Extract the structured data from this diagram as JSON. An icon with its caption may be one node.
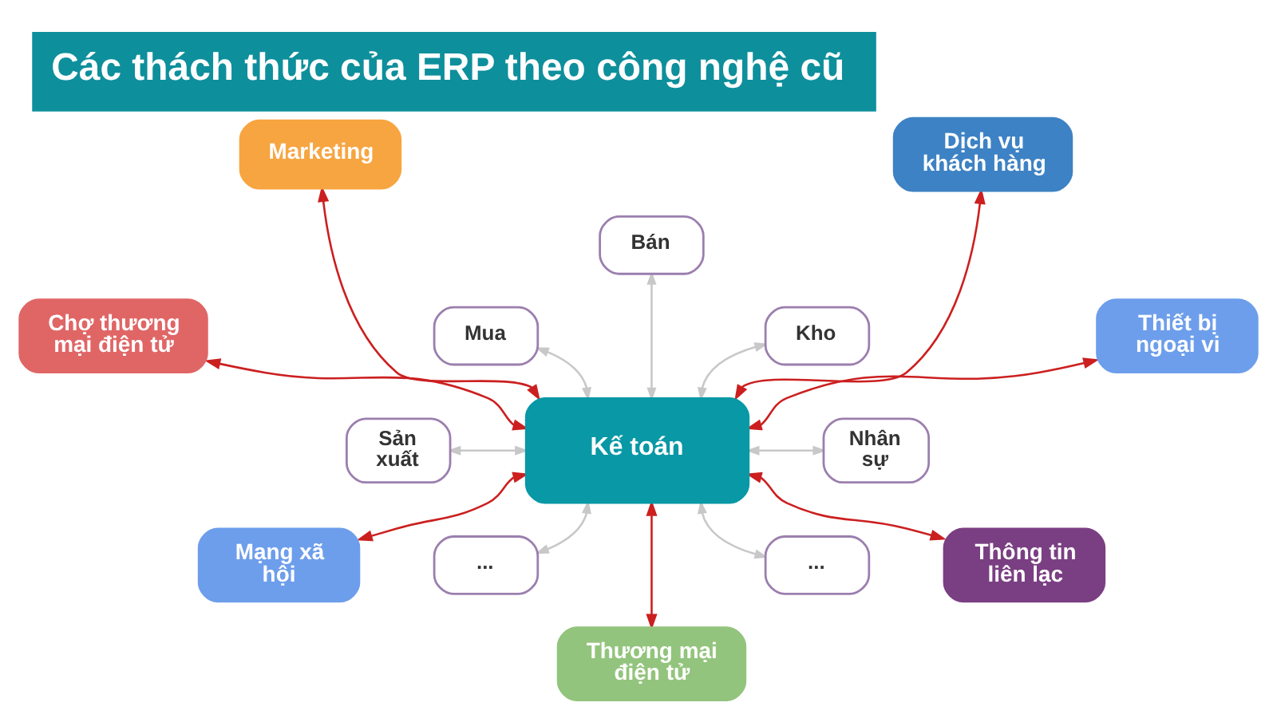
{
  "diagram": {
    "title": "Các thách thức của ERP theo công nghệ cũ",
    "nodes": [
      {
        "text": [
          "Marketing"
        ]
      },
      {
        "text": [
          "Dịch vụ khách hàng"
        ]
      },
      {
        "text": [
          "Bán"
        ]
      },
      {
        "text": [
          "Mua"
        ]
      },
      {
        "text": [
          "Kho"
        ]
      },
      {
        "text": [
          "Chợ thương mại điện tử"
        ]
      },
      {
        "text": [
          "Thiết bị ngoại vi"
        ]
      },
      {
        "text": [
          "Kế toán"
        ]
      },
      {
        "text": [
          "Sản xuất"
        ]
      },
      {
        "text": [
          "Nhân sự"
        ]
      },
      {
        "text": [
          "..."
        ]
      },
      {
        "text": [
          "..."
        ]
      },
      {
        "text": [
          "Mạng xã hội"
        ]
      },
      {
        "text": [
          "Thông tin liên lạc"
        ]
      },
      {
        "text": [
          "Thương mại điện tử"
        ]
      }
    ],
    "edges": [
      {
        "from": 0,
        "to": 7,
        "arrow": "both",
        "color": "#cc1f1f"
      },
      {
        "from": 1,
        "to": 7,
        "arrow": "both",
        "color": "#cc1f1f"
      },
      {
        "from": 2,
        "to": 7,
        "arrow": "both",
        "color": "#c8c8c8"
      },
      {
        "from": 3,
        "to": 7,
        "arrow": "both",
        "color": "#c8c8c8"
      },
      {
        "from": 4,
        "to": 7,
        "arrow": "both",
        "color": "#c8c8c8"
      },
      {
        "from": 5,
        "to": 7,
        "arrow": "both",
        "color": "#cc1f1f"
      },
      {
        "from": 6,
        "to": 7,
        "arrow": "both",
        "color": "#cc1f1f"
      },
      {
        "from": 8,
        "to": 7,
        "arrow": "both",
        "color": "#c8c8c8"
      },
      {
        "from": 7,
        "to": 9,
        "arrow": "both",
        "color": "#c8c8c8"
      },
      {
        "from": 7,
        "to": 10,
        "arrow": "both",
        "color": "#c8c8c8"
      },
      {
        "from": 7,
        "to": 11,
        "arrow": "both",
        "color": "#c8c8c8"
      },
      {
        "from": 7,
        "to": 12,
        "arrow": "both",
        "color": "#cc1f1f"
      },
      {
        "from": 7,
        "to": 13,
        "arrow": "both",
        "color": "#cc1f1f"
      },
      {
        "from": 7,
        "to": 14,
        "arrow": "both",
        "color": "#cc1f1f"
      }
    ]
  }
}
